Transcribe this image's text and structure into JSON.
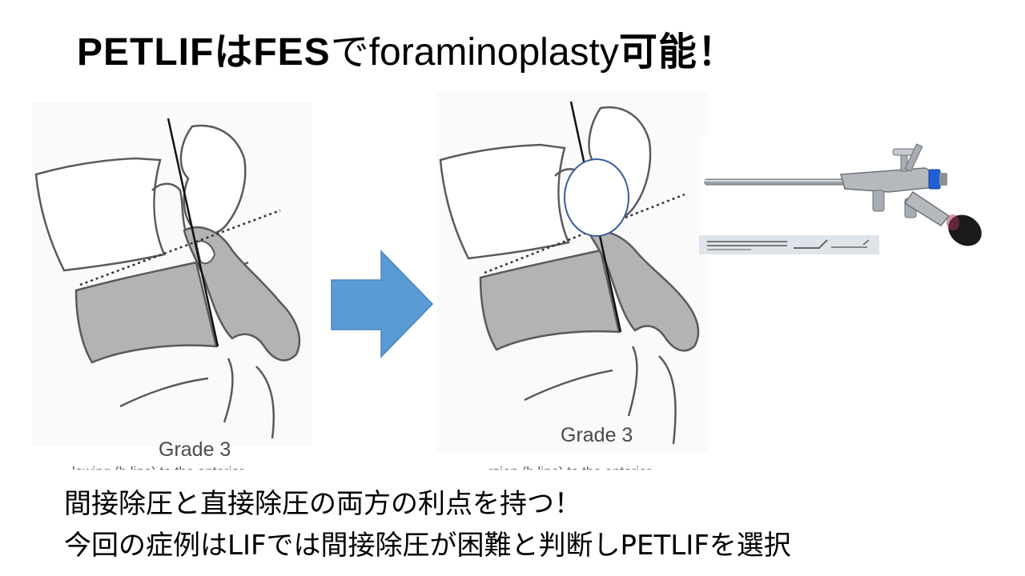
{
  "slide": {
    "title": {
      "part1": "PETLIFはFES",
      "part2": "で",
      "part3": "foraminoplasty",
      "part4": "可能！"
    },
    "figure_left": {
      "caption": "Grade 3",
      "cut_text": "lowing (b line) to the anterior"
    },
    "figure_right": {
      "caption": "Grade 3",
      "cut_text": "rsion (b line) to the anterior"
    },
    "body_lines": [
      "間接除圧と直接除圧の両方の利点を持つ！",
      "今回の症例はLIFでは間接除圧が困難と判断しPETLIFを選択"
    ],
    "colors": {
      "arrow": "#5b9bd5",
      "bone_fill": "#b3b3b3",
      "outline": "#5a5a5a",
      "scope_accent": "#1f5fd6"
    },
    "icons": [
      "right-arrow-icon",
      "endoscope-image",
      "instrument-strip-image"
    ]
  }
}
